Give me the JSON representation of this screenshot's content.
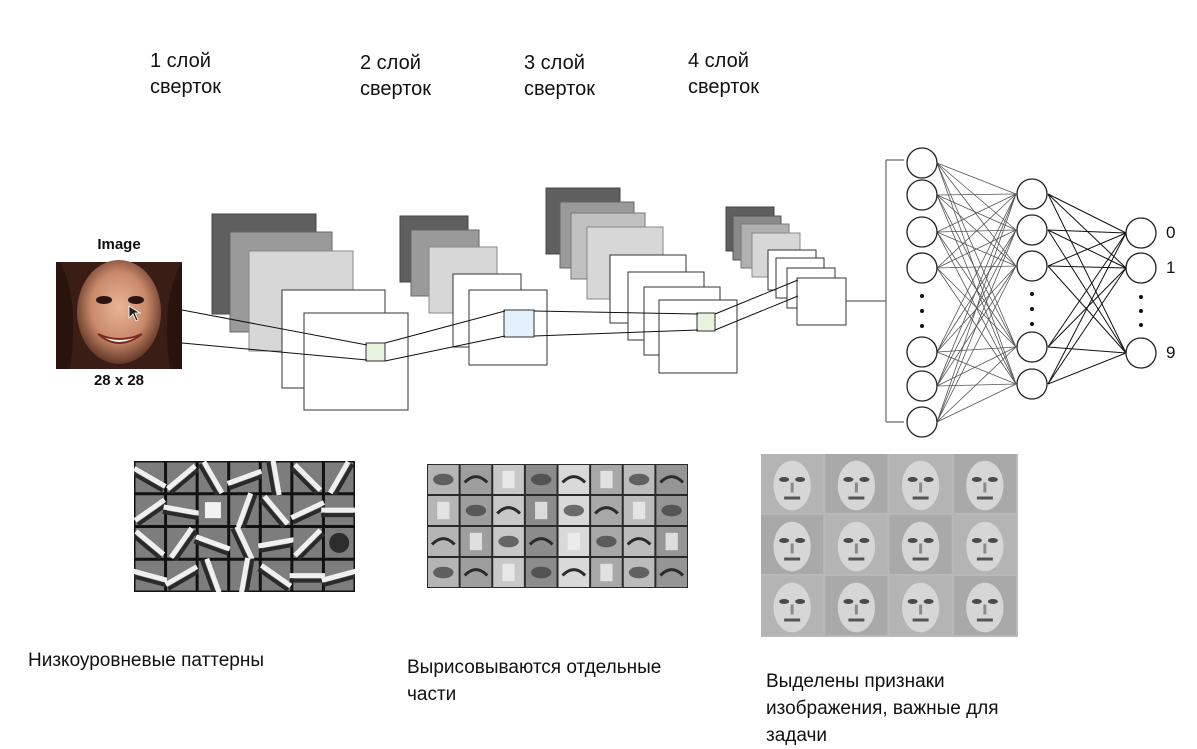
{
  "layers": [
    {
      "line1": "1 слой",
      "line2": "сверток"
    },
    {
      "line1": "2 слой",
      "line2": "сверток"
    },
    {
      "line1": "3 слой",
      "line2": "сверток"
    },
    {
      "line1": "4 слой",
      "line2": "сверток"
    }
  ],
  "input": {
    "title": "Image",
    "size": "28 x 28"
  },
  "outputs": [
    "0",
    "1",
    "9"
  ],
  "captions": {
    "low": "Низкоуровневые паттерны",
    "mid_line1": "Вырисовываются отдельные",
    "mid_line2": "части",
    "high_line1": "Выделены признаки",
    "high_line2": "изображения, важные для",
    "high_line3": "задачи"
  }
}
